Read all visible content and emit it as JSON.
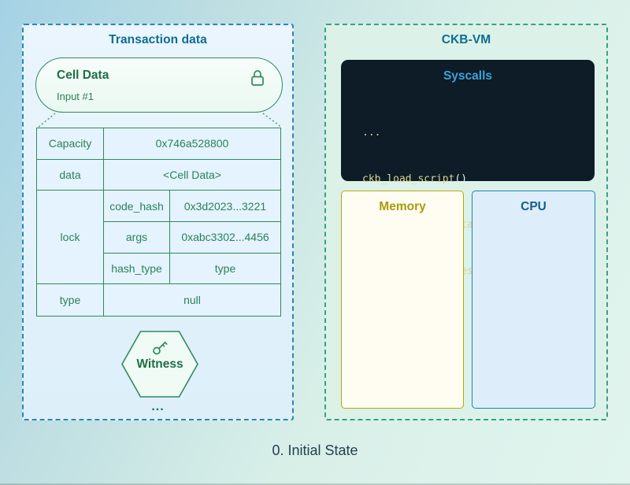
{
  "left_panel": {
    "title": "Transaction data",
    "cell_card": {
      "title": "Cell Data",
      "subtitle": "Input #1",
      "icon": "padlock-icon"
    },
    "table": {
      "rows": [
        {
          "label": "Capacity",
          "value": "0x746a528800"
        },
        {
          "label": "data",
          "value": "<Cell Data>"
        },
        {
          "label": "lock",
          "fields": [
            {
              "key": "code_hash",
              "value": "0x3d2023...3221"
            },
            {
              "key": "args",
              "value": "0xabc3302...4456"
            },
            {
              "key": "hash_type",
              "value": "type"
            }
          ]
        },
        {
          "label": "type",
          "value": "null"
        }
      ]
    },
    "witness": {
      "label": "Witness",
      "icon": "key-icon"
    },
    "ellipsis": "..."
  },
  "right_panel": {
    "title": "CKB-VM",
    "syscalls": {
      "title": "Syscalls",
      "lines": [
        {
          "text": "...",
          "suffix": ""
        },
        {
          "text": "ckb_load_script",
          "suffix": "()"
        },
        {
          "text": "ckb_load_cell_data",
          "suffix": "()"
        },
        {
          "text": "ckb_load_witnesses",
          "suffix": "()"
        },
        {
          "text": "...",
          "suffix": ""
        }
      ]
    },
    "memory_label": "Memory",
    "cpu_label": "CPU"
  },
  "caption": "0. Initial State",
  "colors": {
    "page_gradient_start": "#a4d2e5",
    "page_gradient_end": "#e1f5ee",
    "left_panel_border": "#2d85ba",
    "left_panel_bg": "#e3f1fb",
    "right_panel_border": "#37a184",
    "right_panel_bg": "#dcf2e8",
    "diagram_green_stroke": "#2f8a5c",
    "diagram_green_text": "#2b8257",
    "diagram_green_bold": "#1e6f47",
    "panel_title_teal": "#0c6d94",
    "code_block_bg": "#0d1c26",
    "syscalls_title_blue": "#3fa1d6",
    "code_khaki": "#d8d293",
    "code_paren_white": "#e9eef3",
    "memory_olive": "#a89c0a",
    "memory_border": "#b4a80f",
    "memory_bg": "#fffdf1",
    "cpu_blue": "#135f8c",
    "cpu_border": "#1d81b0",
    "cpu_bg": "#ddeefa",
    "caption_color": "#22404f"
  }
}
